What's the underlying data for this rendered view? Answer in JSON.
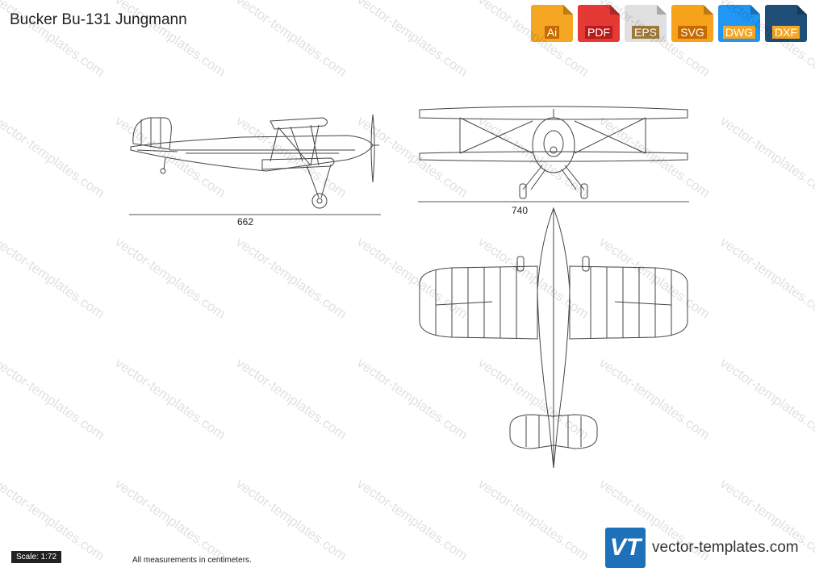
{
  "page": {
    "title": "Bucker Bu-131 Jungmann",
    "scale_label": "Scale: 1:72",
    "measurement_note": "All measurements in centimeters."
  },
  "dimensions": {
    "length_label": "662",
    "span_label": "740"
  },
  "formats": [
    {
      "label": "Ai",
      "color": "#f5a623",
      "label_bg": "#c76a00"
    },
    {
      "label": "PDF",
      "color": "#e53935",
      "label_bg": "#b71c1c"
    },
    {
      "label": "EPS",
      "color": "#e0e0e0",
      "label_bg": "#9e7a3a"
    },
    {
      "label": "SVG",
      "color": "#f7a21b",
      "label_bg": "#c76a00"
    },
    {
      "label": "DWG",
      "color": "#2196f3",
      "label_bg": "#f5a623"
    },
    {
      "label": "DXF",
      "color": "#1f4e79",
      "label_bg": "#f5a623"
    }
  ],
  "brand": {
    "logo_text": "VT",
    "site": "vector-templates.com",
    "logo_color": "#1e70b8"
  },
  "watermark": "vector-templates.com"
}
